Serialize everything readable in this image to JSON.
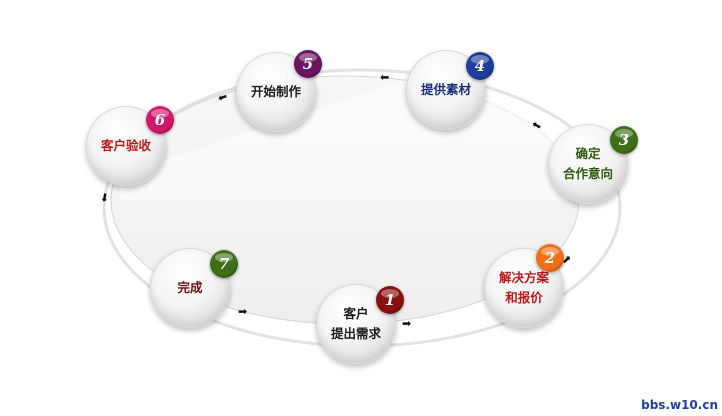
{
  "steps": [
    {
      "id": "1",
      "label": "客户\n提出需求",
      "badge_color": "#8a1010",
      "text_color": "#1a1a1a"
    },
    {
      "id": "2",
      "label": "解决方案\n和报价",
      "badge_color": "#f07018",
      "text_color": "#c01818"
    },
    {
      "id": "3",
      "label": "确定\n合作意向",
      "badge_color": "#3f6f18",
      "text_color": "#2d5a10"
    },
    {
      "id": "4",
      "label": "提供素材",
      "badge_color": "#1d3f9a",
      "text_color": "#1d2f80"
    },
    {
      "id": "5",
      "label": "开始制作",
      "badge_color": "#6a1560",
      "text_color": "#1a1a1a"
    },
    {
      "id": "6",
      "label": "客户验收",
      "badge_color": "#d2186a",
      "text_color": "#c01818"
    },
    {
      "id": "7",
      "label": "完成",
      "badge_color": "#3f6f18",
      "text_color": "#6a1010"
    }
  ],
  "arrow_glyph": "➡",
  "watermark": "bbs.w10.cn"
}
